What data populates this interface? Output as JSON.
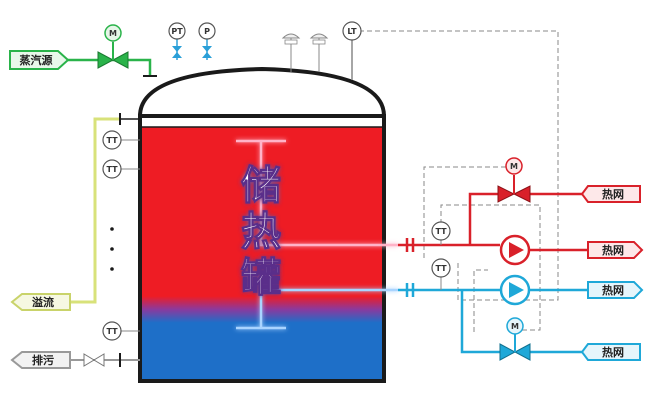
{
  "tank": {
    "title_chars": [
      "储",
      "热",
      "罐"
    ]
  },
  "tags": {
    "steam_source": "蒸汽源",
    "overflow": "溢流",
    "drain": "排污",
    "heat_net_1": "热网",
    "heat_net_2": "热网",
    "heat_net_3": "热网",
    "heat_net_4": "热网"
  },
  "instruments": {
    "steam_valve_motor": "M",
    "pressure_transmitter": "PT",
    "pressure_gauge": "P",
    "level_transmitter": "LT",
    "tt_1": "TT",
    "tt_2": "TT",
    "tt_3": "TT",
    "tt_supply": "TT",
    "tt_return": "TT",
    "supply_valve_motor": "M",
    "return_valve_motor": "M"
  },
  "colors": {
    "hot_water": "#ee1c24",
    "cold_water": "#1e6fc8",
    "supply_line": "#d9212a",
    "return_line": "#1fa8d8",
    "steam_line": "#2ab34a",
    "overflow_line": "#d8e27a",
    "drain_line": "#999999",
    "signal_line": "#888888"
  }
}
